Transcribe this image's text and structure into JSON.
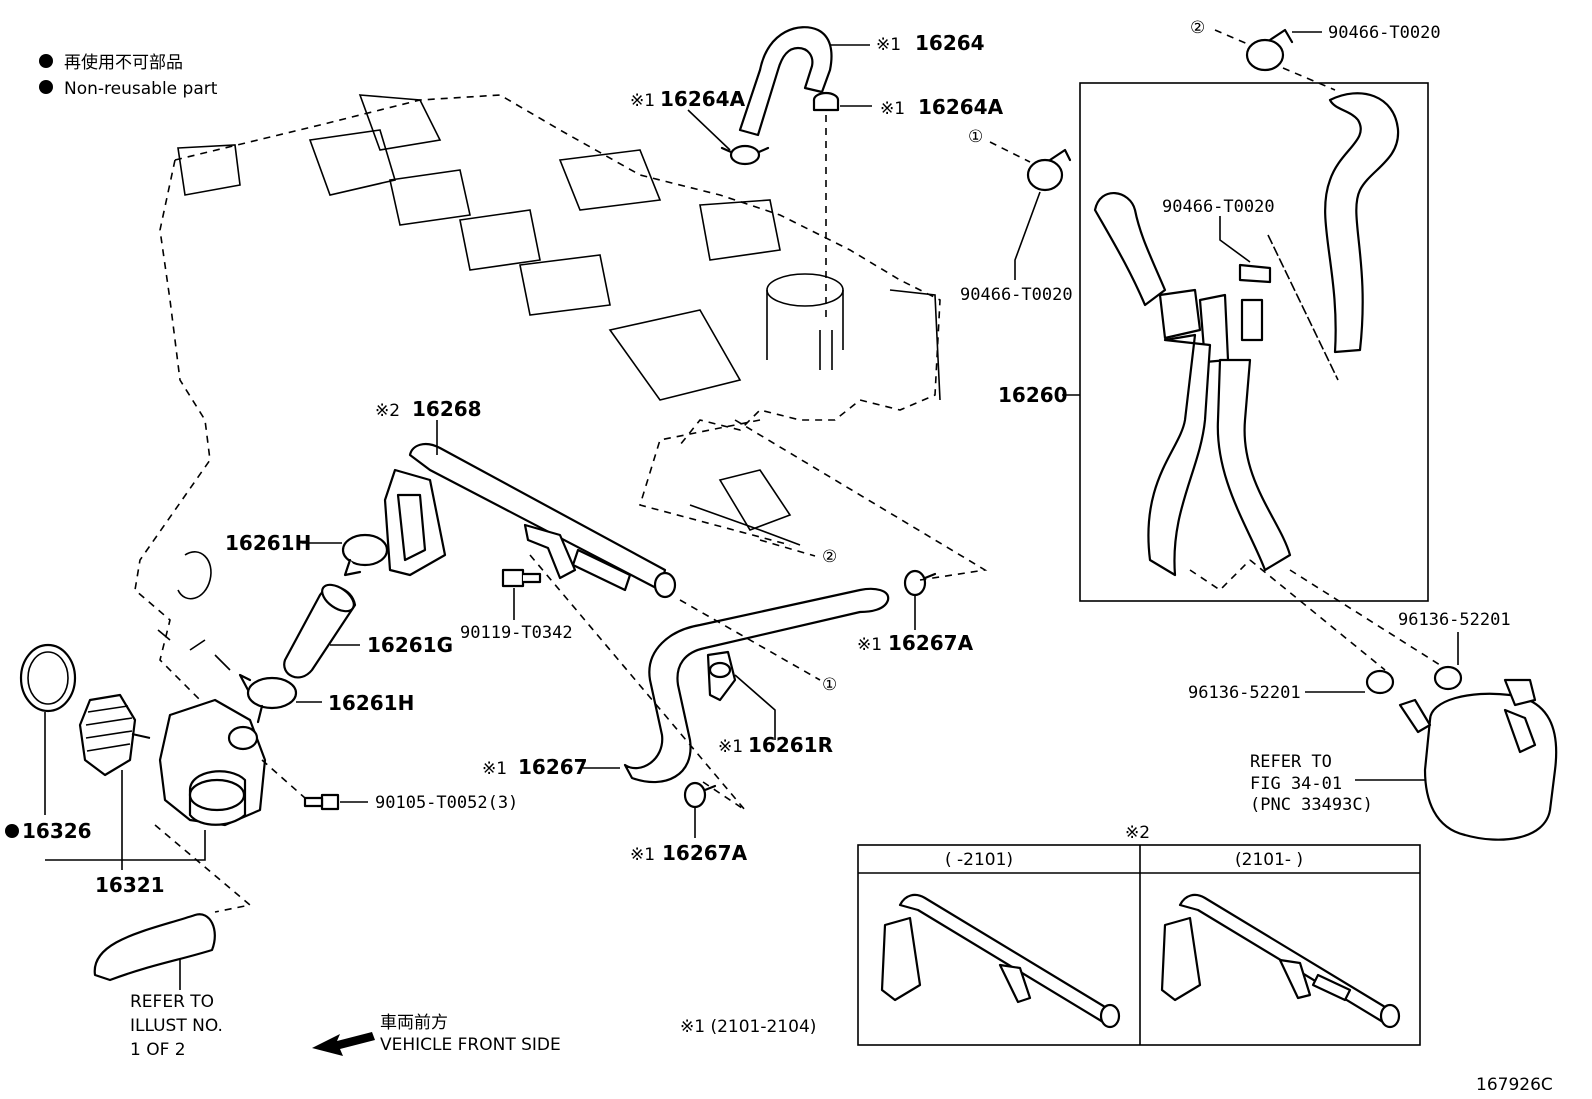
{
  "legend": {
    "line1": "再使用不可部品",
    "line2": "Non-reusable part"
  },
  "labels": {
    "p16264": "16264",
    "p16264A_left": "16264A",
    "p16264A_right": "16264A",
    "p16268": "16268",
    "p16261H_top": "16261H",
    "p16261G": "16261G",
    "p16261H_bot": "16261H",
    "p90119": "90119-T0342",
    "p16267A_right": "16267A",
    "p16261R": "16261R",
    "p16267": "16267",
    "p16267A_bot": "16267A",
    "p90105": "90105-T0052(3)",
    "p16326": "16326",
    "p16321": "16321",
    "p90466_top": "90466-T0020",
    "p90466_mid": "90466-T0020",
    "p90466_left": "90466-T0020",
    "p16260": "16260",
    "p96136_right": "96136-52201",
    "p96136_left": "96136-52201"
  },
  "marks": {
    "note1": "※1",
    "note2": "※2",
    "circ1": "①",
    "circ2": "②"
  },
  "refer_oil_cooler": [
    "REFER TO",
    "FIG 34-01",
    "(PNC 33493C)"
  ],
  "refer_hose": [
    "REFER TO",
    "ILLUST NO.",
    "1 OF 2"
  ],
  "vehicle_front": {
    "jp": "車両前方",
    "en": "VEHICLE FRONT SIDE"
  },
  "footnote1": "※1 (2101-2104)",
  "inset": {
    "title": "※2",
    "col_left": "(     -2101)",
    "col_right": "(2101-     )"
  },
  "figure_id": "167926C"
}
